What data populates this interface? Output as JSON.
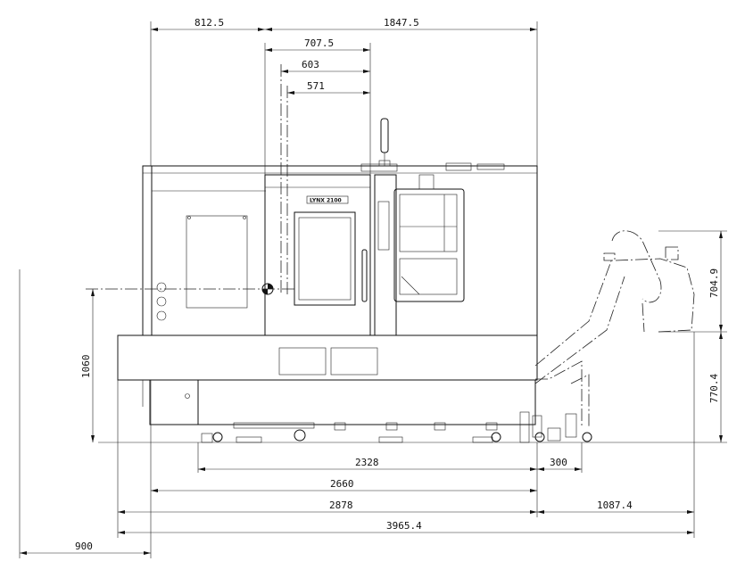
{
  "dimensions": {
    "top_812_5": "812.5",
    "top_1847_5": "1847.5",
    "top_707_5": "707.5",
    "top_603": "603",
    "top_571": "571",
    "right_704_9": "704.9",
    "right_770_4": "770.4",
    "left_1060": "1060",
    "bottom_2328": "2328",
    "bottom_300": "300",
    "bottom_2660": "2660",
    "bottom_2878": "2878",
    "bottom_1087_4": "1087.4",
    "bottom_3965_4": "3965.4",
    "bottom_900": "900"
  },
  "machine": {
    "nameplate": "LYNX 2100"
  },
  "colors": {
    "line": "#111111",
    "background": "#ffffff"
  }
}
